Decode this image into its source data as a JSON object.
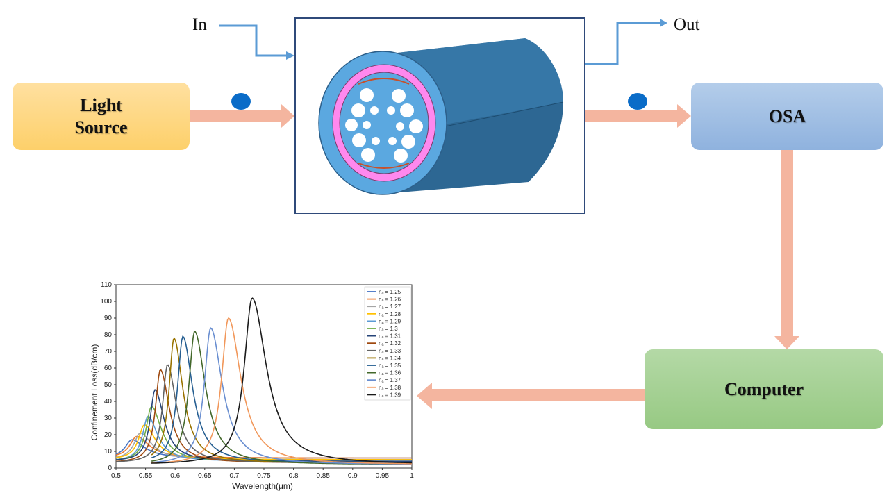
{
  "diagram": {
    "light_source_label": "Light Source",
    "osa_label": "OSA",
    "computer_label": "Computer",
    "in_label": "In",
    "out_label": "Out"
  },
  "colors": {
    "flow_arrow": "#f4b59f",
    "signal_arrow": "#5b9bd5",
    "dot": "#0a6cc8",
    "fiber_body": "#2d6793",
    "cladding": "#5ba8e0",
    "gold_layer": "#ff88ee"
  },
  "chart_data": {
    "type": "line",
    "title": "",
    "xlabel": "Wavelength(μm)",
    "ylabel": "Confinement Loss(dB/cm)",
    "xlim": [
      0.5,
      1.0
    ],
    "ylim": [
      0,
      110
    ],
    "xticks": [
      "0.5",
      "0.55",
      "0.6",
      "0.65",
      "0.7",
      "0.75",
      "0.8",
      "0.85",
      "0.9",
      "0.95",
      "1"
    ],
    "yticks": [
      "0",
      "10",
      "20",
      "30",
      "40",
      "50",
      "60",
      "70",
      "80",
      "90",
      "100",
      "110"
    ],
    "legend_position": "top-right",
    "grid": false,
    "series": [
      {
        "name": "nₐ = 1.25",
        "color": "#4472c4",
        "peak_x": 0.527,
        "peak_y": 17,
        "width": 0.014,
        "base": 6
      },
      {
        "name": "nₐ = 1.26",
        "color": "#ed7d31",
        "peak_x": 0.535,
        "peak_y": 19,
        "width": 0.014,
        "base": 6
      },
      {
        "name": "nₐ = 1.27",
        "color": "#a5a5a5",
        "peak_x": 0.541,
        "peak_y": 21,
        "width": 0.013,
        "base": 5
      },
      {
        "name": "nₐ = 1.28",
        "color": "#ffc000",
        "peak_x": 0.548,
        "peak_y": 26,
        "width": 0.012,
        "base": 5
      },
      {
        "name": "nₐ = 1.29",
        "color": "#5b9bd5",
        "peak_x": 0.554,
        "peak_y": 31,
        "width": 0.011,
        "base": 4
      },
      {
        "name": "nₐ = 1.3",
        "color": "#70ad47",
        "peak_x": 0.56,
        "peak_y": 37,
        "width": 0.011,
        "base": 4
      },
      {
        "name": "nₐ = 1.31",
        "color": "#264478",
        "peak_x": 0.566,
        "peak_y": 47,
        "width": 0.01,
        "base": 4
      },
      {
        "name": "nₐ = 1.32",
        "color": "#9e480e",
        "peak_x": 0.575,
        "peak_y": 59,
        "width": 0.01,
        "base": 3
      },
      {
        "name": "nₐ = 1.33",
        "color": "#636363",
        "peak_x": 0.587,
        "peak_y": 62,
        "width": 0.01,
        "base": 3
      },
      {
        "name": "nₐ = 1.34",
        "color": "#997300",
        "peak_x": 0.598,
        "peak_y": 78,
        "width": 0.01,
        "base": 3
      },
      {
        "name": "nₐ = 1.35",
        "color": "#255e91",
        "peak_x": 0.613,
        "peak_y": 79,
        "width": 0.011,
        "base": 3
      },
      {
        "name": "nₐ = 1.36",
        "color": "#43682b",
        "peak_x": 0.633,
        "peak_y": 82,
        "width": 0.012,
        "base": 2
      },
      {
        "name": "nₐ = 1.37",
        "color": "#698ed0",
        "peak_x": 0.66,
        "peak_y": 84,
        "width": 0.013,
        "base": 2
      },
      {
        "name": "nₐ = 1.38",
        "color": "#f1975a",
        "peak_x": 0.69,
        "peak_y": 90,
        "width": 0.014,
        "base": 2
      },
      {
        "name": "nₐ = 1.39",
        "color": "#1a1a1a",
        "peak_x": 0.73,
        "peak_y": 102,
        "width": 0.016,
        "base": 2
      }
    ]
  }
}
